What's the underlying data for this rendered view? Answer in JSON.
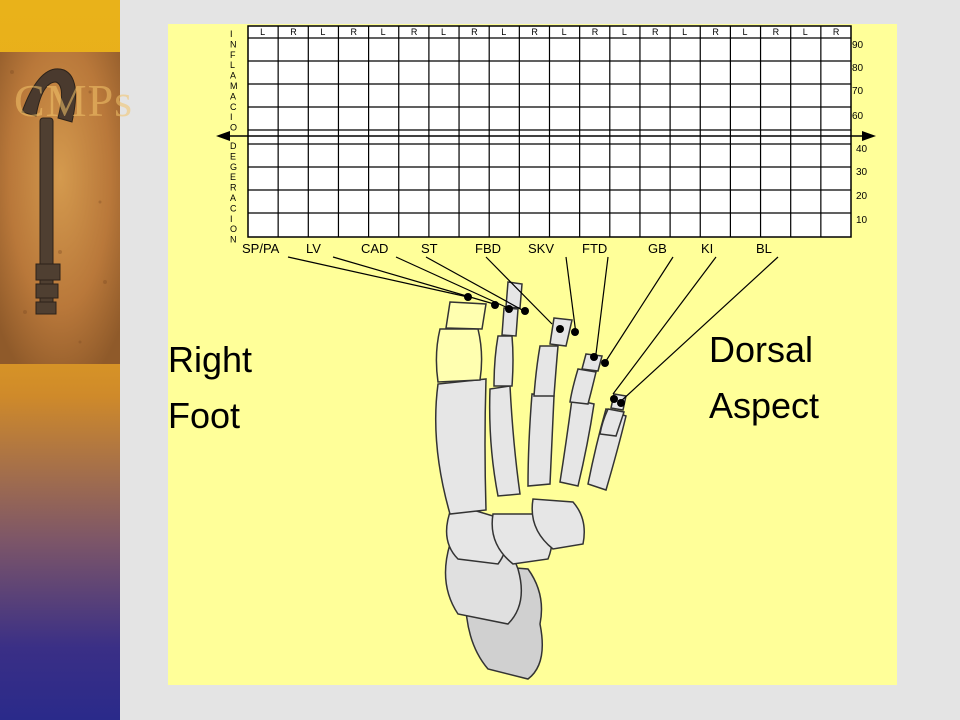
{
  "slide": {
    "title": "CMPs"
  },
  "chart": {
    "vertical_label_top": [
      "I",
      "N",
      "F",
      "L",
      "A",
      "M",
      "A",
      "C",
      "I",
      "O"
    ],
    "vertical_label_bottom": [
      "D",
      "E",
      "G",
      "E",
      "R",
      "A",
      "C",
      "I",
      "O",
      "N"
    ],
    "column_headers": [
      "L",
      "R",
      "L",
      "R",
      "L",
      "R",
      "L",
      "R",
      "L",
      "R",
      "L",
      "R",
      "L",
      "R",
      "L",
      "R",
      "L",
      "R",
      "L",
      "R"
    ],
    "scale_top": [
      "90",
      "80",
      "70",
      "60"
    ],
    "scale_bottom": [
      "40",
      "30",
      "20",
      "10"
    ],
    "point_labels": [
      "SP/PA",
      "LV",
      "CAD",
      "ST",
      "FBD",
      "SKV",
      "FTD",
      "GB",
      "KI",
      "BL"
    ]
  },
  "figure": {
    "side_label_line1": "Right",
    "side_label_line2": "Foot",
    "aspect_label_line1": "Dorsal",
    "aspect_label_line2": "Aspect"
  }
}
